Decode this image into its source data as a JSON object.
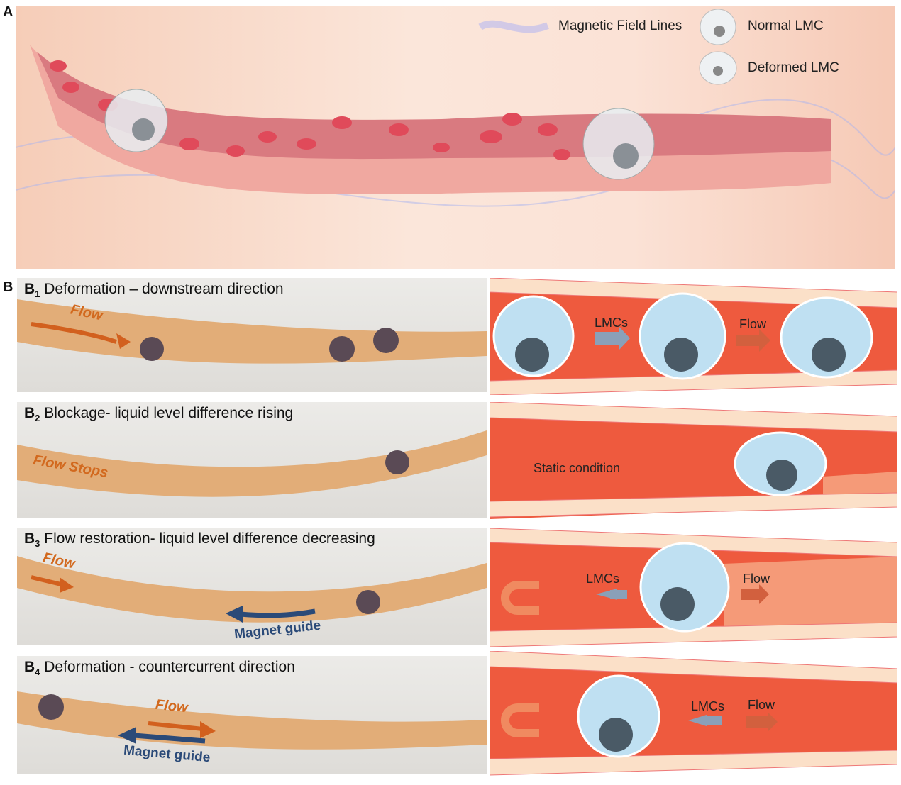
{
  "panel_a": {
    "label": "A",
    "legend": {
      "field_lines": "Magnetic Field Lines",
      "normal": "Normal LMC",
      "deformed": "Deformed LMC"
    }
  },
  "panel_b": {
    "label": "B",
    "rows": [
      {
        "label": "B",
        "sub": "1",
        "title": "Deformation – downstream direction",
        "photo_text": [
          "Flow"
        ],
        "diagram_text": [
          "LMCs",
          "Flow"
        ]
      },
      {
        "label": "B",
        "sub": "2",
        "title": "Blockage- liquid level difference rising",
        "photo_text": [
          "Flow Stops"
        ],
        "diagram_text": [
          "Static condition"
        ]
      },
      {
        "label": "B",
        "sub": "3",
        "title": "Flow restoration- liquid level difference decreasing",
        "photo_text": [
          "Flow",
          "Magnet guide"
        ],
        "diagram_text": [
          "LMCs",
          "Flow"
        ]
      },
      {
        "label": "B",
        "sub": "4",
        "title": "Deformation - countercurrent direction",
        "photo_text": [
          "Flow",
          "Magnet guide"
        ],
        "diagram_text": [
          "LMCs",
          "Flow"
        ]
      }
    ]
  },
  "colors": {
    "flow": "#d2691e",
    "magnet": "#2b4a78",
    "vessel": "#ee5a3e"
  }
}
